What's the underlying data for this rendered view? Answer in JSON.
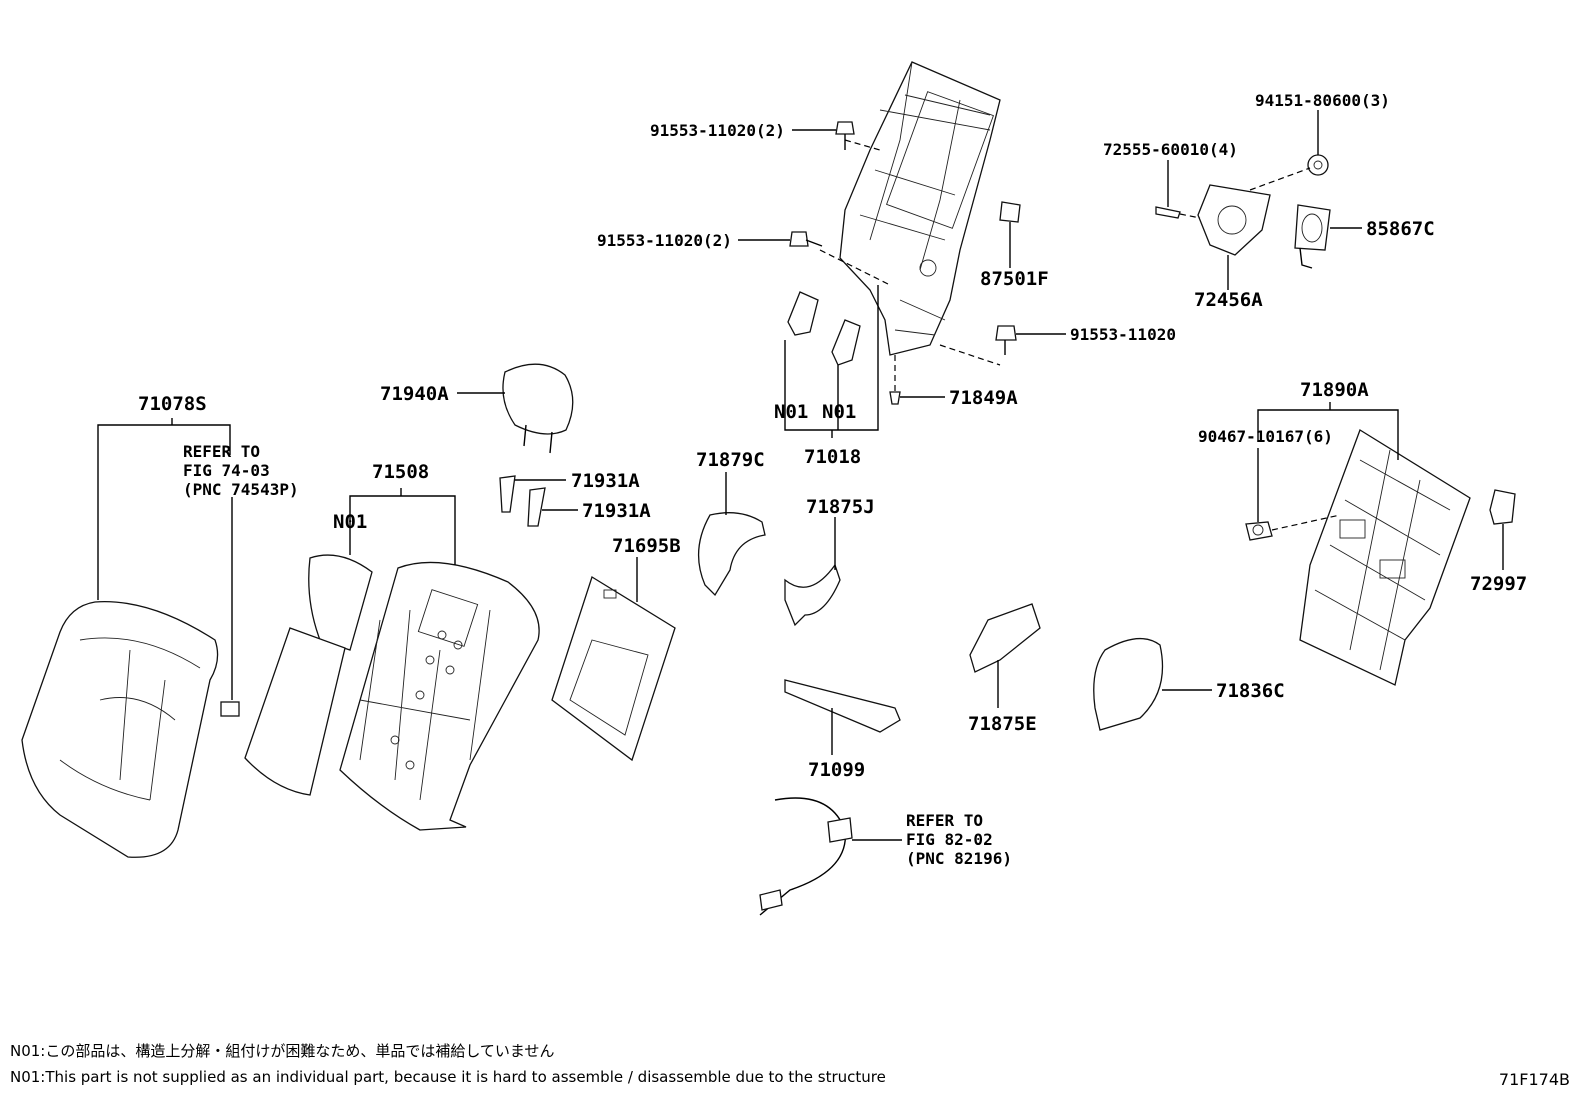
{
  "labels": {
    "p71078S": "71078S",
    "ref1_line1": "REFER TO",
    "ref1_line2": "FIG 74-03",
    "ref1_line3": "(PNC 74543P)",
    "p71508": "71508",
    "n01_a": "N01",
    "p71940A": "71940A",
    "p71931A_1": "71931A",
    "p71931A_2": "71931A",
    "p71695B": "71695B",
    "p91553_a": "91553-11020(2)",
    "p91553_b": "91553-11020(2)",
    "p91553_c": "91553-11020",
    "p87501F": "87501F",
    "p71849A": "71849A",
    "n01_b": "N01",
    "n01_c": "N01",
    "p71018": "71018",
    "p71879C": "71879C",
    "p71875J": "71875J",
    "p71099": "71099",
    "ref2_line1": "REFER TO",
    "ref2_line2": "FIG 82-02",
    "ref2_line3": "(PNC 82196)",
    "p71875E": "71875E",
    "p71836C": "71836C",
    "p94151": "94151-80600(3)",
    "p72555": "72555-60010(4)",
    "p85867C": "85867C",
    "p72456A": "72456A",
    "p71890A": "71890A",
    "p90467": "90467-10167(6)",
    "p72997": "72997"
  },
  "notes": {
    "jp": "N01:この部品は、構造上分解・組付けが困難なため、単品では補給していません",
    "en": "N01:This part is not supplied as an individual part, because it is hard to assemble / disassemble due to the structure"
  },
  "figure_code": "71F174B"
}
